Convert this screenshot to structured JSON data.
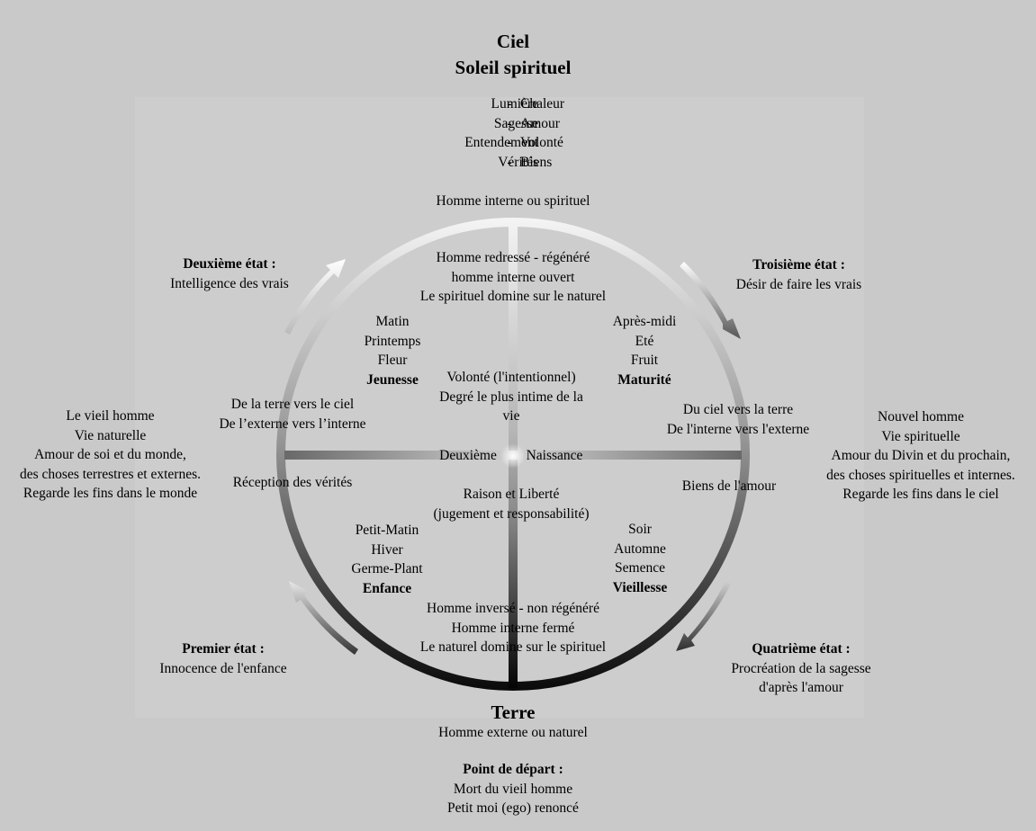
{
  "sky": {
    "title": "Ciel",
    "subtitle": "Soleil spirituel",
    "pairs": [
      {
        "left": "Lumière",
        "sep": "-",
        "right": "Chaleur"
      },
      {
        "left": "Sagesse",
        "sep": "-",
        "right": "Amour"
      },
      {
        "left": "Entendement",
        "sep": "-",
        "right": "Volonté"
      },
      {
        "left": "Vérités",
        "sep": "-",
        "right": "Biens"
      }
    ],
    "inner_man": "Homme interne ou spirituel"
  },
  "earth": {
    "title": "Terre",
    "subtitle": "Homme externe ou naturel",
    "start_title": "Point de départ :",
    "start_lines": [
      "Mort du vieil homme",
      "Petit moi (ego) renoncé"
    ]
  },
  "circle_top": [
    "Homme redressé - régénéré",
    "homme interne ouvert",
    "Le spirituel domine sur le naturel"
  ],
  "circle_bottom": [
    "Homme inversé - non régénéré",
    "Homme interne fermé",
    "Le naturel domine sur le spirituel"
  ],
  "quadrant_tl": {
    "lines": [
      "Matin",
      "Printemps",
      "Fleur"
    ],
    "label": "Jeunesse"
  },
  "quadrant_tr": {
    "lines": [
      "Après-midi",
      "Eté",
      "Fruit"
    ],
    "label": "Maturité"
  },
  "quadrant_bl": {
    "lines": [
      "Petit-Matin",
      "Hiver",
      "Germe-Plant"
    ],
    "label": "Enfance"
  },
  "quadrant_br": {
    "lines": [
      "Soir",
      "Automne",
      "Semence"
    ],
    "label": "Vieillesse"
  },
  "center_upper": [
    "Volonté (l'intentionnel)",
    "Degré le plus intime de la",
    "vie"
  ],
  "center_lower": [
    "Raison et Liberté",
    "(jugement et responsabilité)"
  ],
  "birth": {
    "left": "Deuxième",
    "right": "Naissance"
  },
  "left_mid": [
    "De la terre vers le ciel",
    "De l’externe vers l’interne"
  ],
  "right_mid": [
    "Du ciel vers la terre",
    "De l'interne vers l'externe"
  ],
  "left_axis": "Réception des vérités",
  "right_axis": "Biens de l'amour",
  "old_man": [
    "Le vieil homme",
    "Vie naturelle",
    "Amour de soi et du monde,",
    "des choses terrestres et externes.",
    "Regarde les fins dans le monde"
  ],
  "new_man": [
    "Nouvel homme",
    "Vie spirituelle",
    "Amour du Divin et du prochain,",
    "des choses spirituelles et internes.",
    "Regarde les fins dans le ciel"
  ],
  "states": {
    "first": {
      "title": "Premier état :",
      "lines": [
        "Innocence de l'enfance"
      ]
    },
    "second": {
      "title": "Deuxième état :",
      "lines": [
        "Intelligence des vrais"
      ]
    },
    "third": {
      "title": "Troisième état :",
      "lines": [
        "Désir de faire les vrais"
      ]
    },
    "fourth": {
      "title": "Quatrième état :",
      "lines": [
        "Procréation de la sagesse",
        "d'après l'amour"
      ]
    }
  },
  "colors": {
    "background": "#c9c9c9",
    "ring_light": "#f4f4f4",
    "ring_dark": "#0a0a0a",
    "text": "#000000"
  }
}
